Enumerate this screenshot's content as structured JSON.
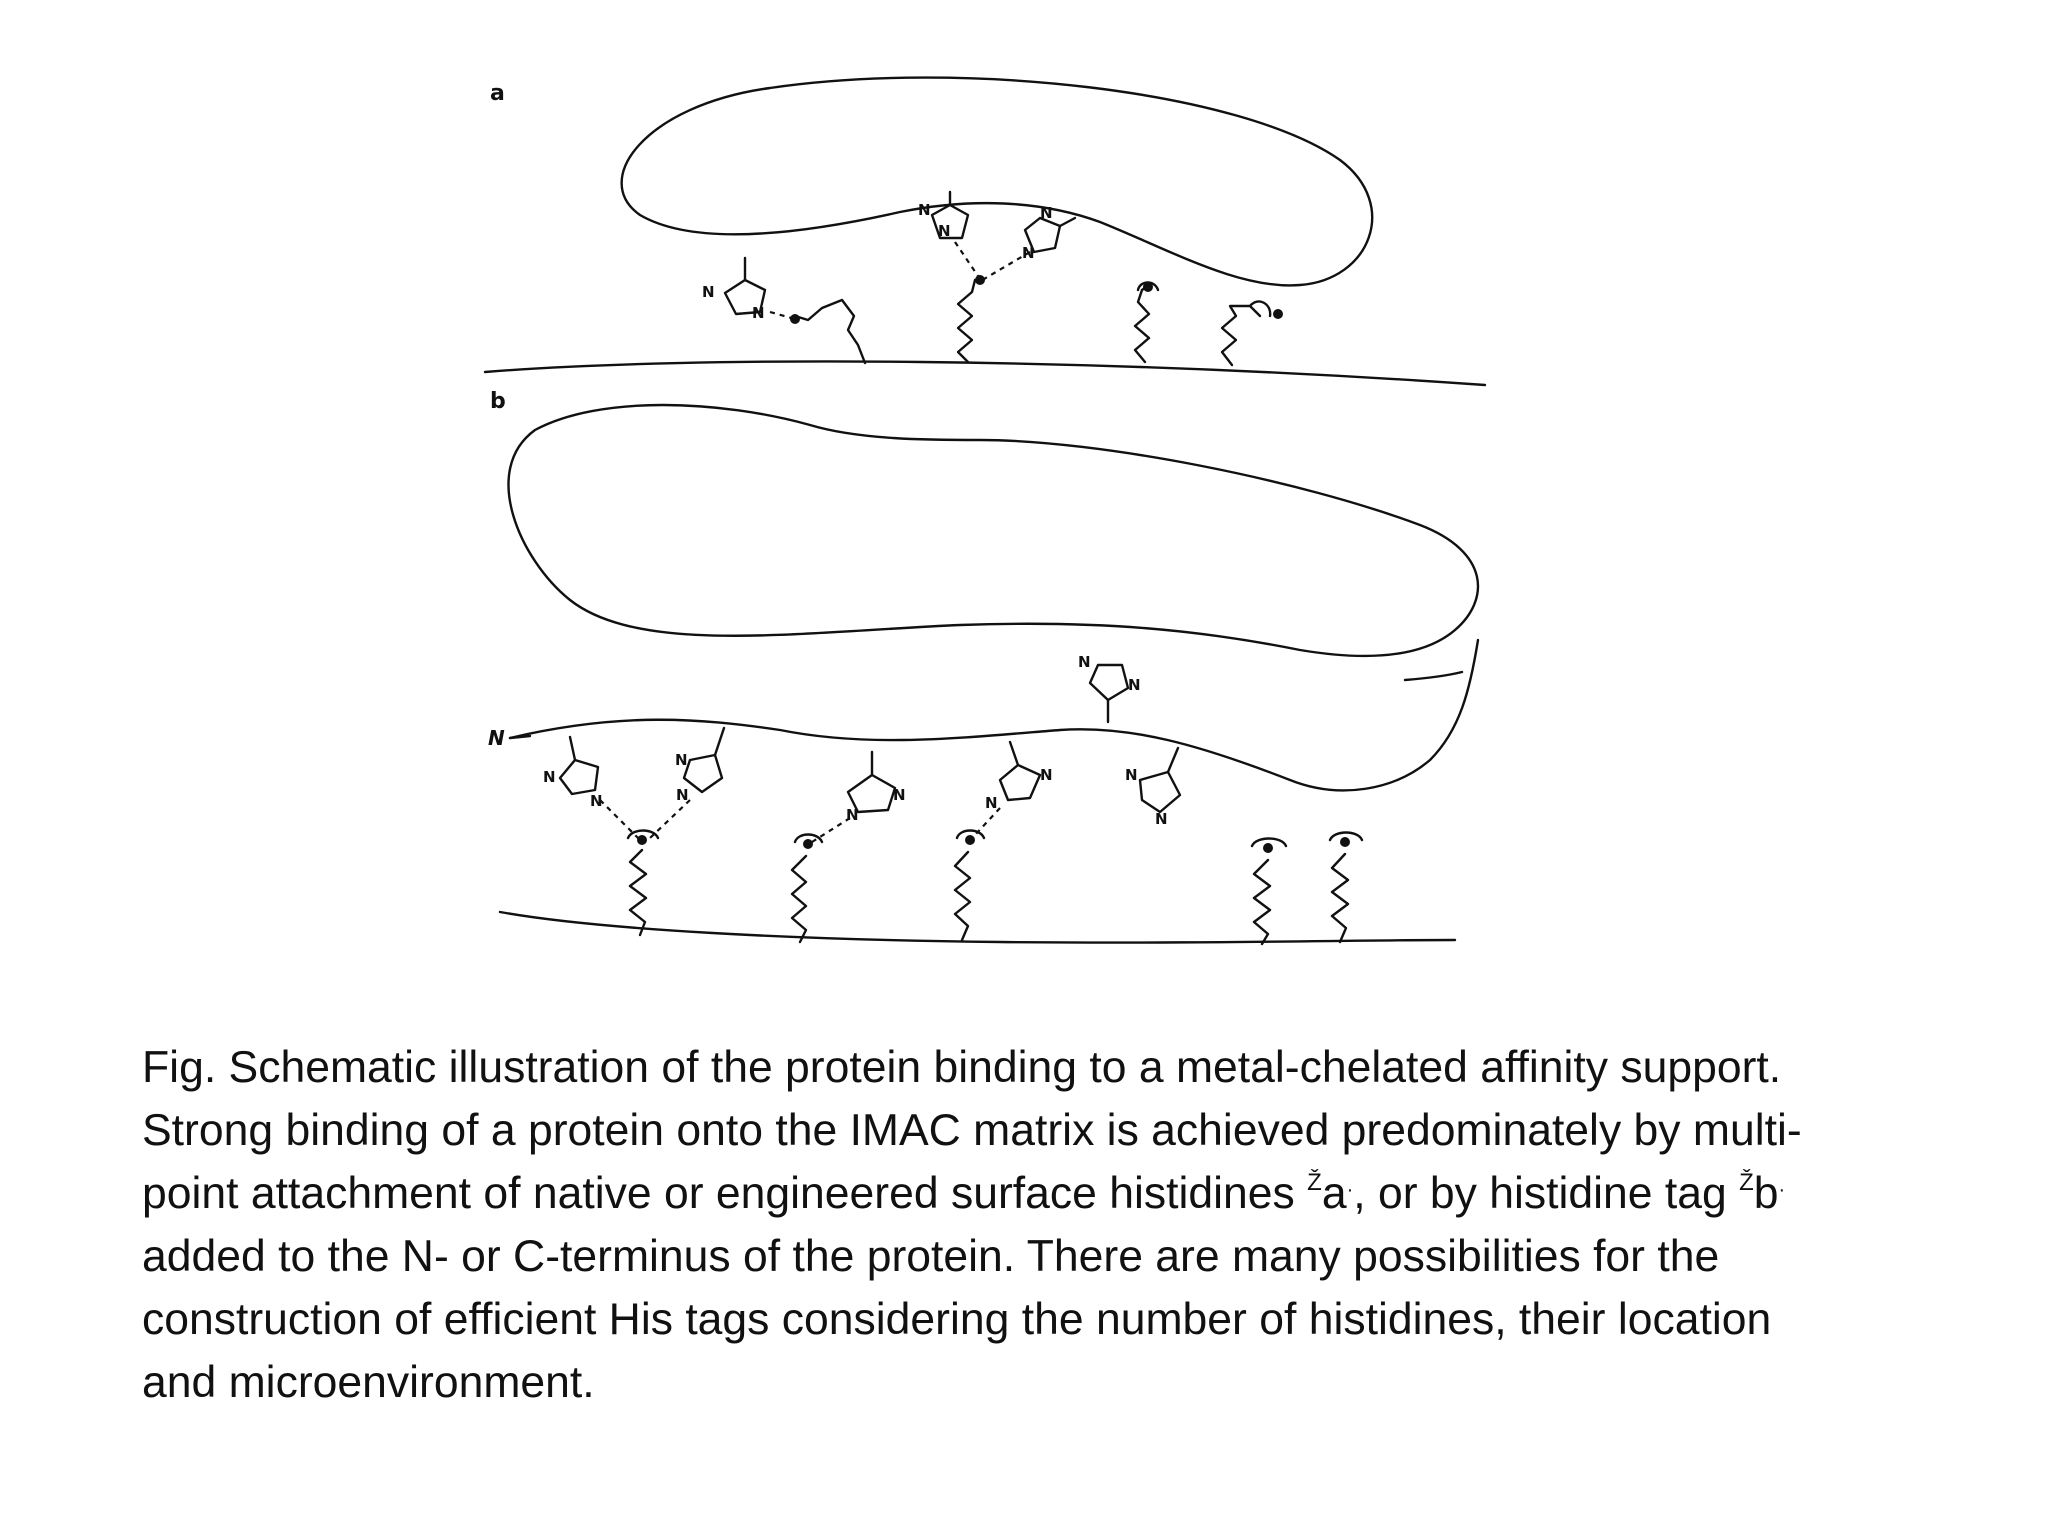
{
  "figure": {
    "panel_labels": {
      "a": "a",
      "b": "b"
    },
    "atom_label": "N",
    "n_terminus_label": "N"
  },
  "caption": {
    "line1": "Fig.  Schematic illustration of the protein binding to a metal-chelated affinity support.",
    "line2": "Strong binding of a protein onto the IMAC matrix is achieved predominately by multi-",
    "line3_before": "point attachment of native or engineered surface histidines ",
    "line3_mark_a": "Ž",
    "line3_a": "a",
    "line3_dot_a": "·",
    "line3_middle": ", or by histidine tag ",
    "line3_mark_b": "Ž",
    "line3_b": "b",
    "line3_dot_b": "·",
    "line4": "added to the N- or C-terminus of the protein. There are many possibilities for the",
    "line5": "construction of efficient His tags considering the number of histidines, their location",
    "line6": "and microenvironment."
  }
}
